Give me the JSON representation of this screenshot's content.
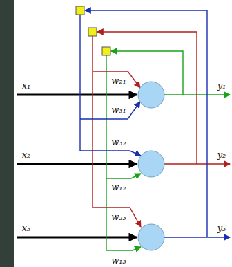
{
  "diagram": {
    "labels": [
      "w₂₁",
      "x₁",
      "y₁",
      "w₃₁",
      "w₃₂",
      "x₂",
      "y₂",
      "w₁₂",
      "w₂₃",
      "x₃",
      "y₃",
      "w₁₃"
    ]
  }
}
